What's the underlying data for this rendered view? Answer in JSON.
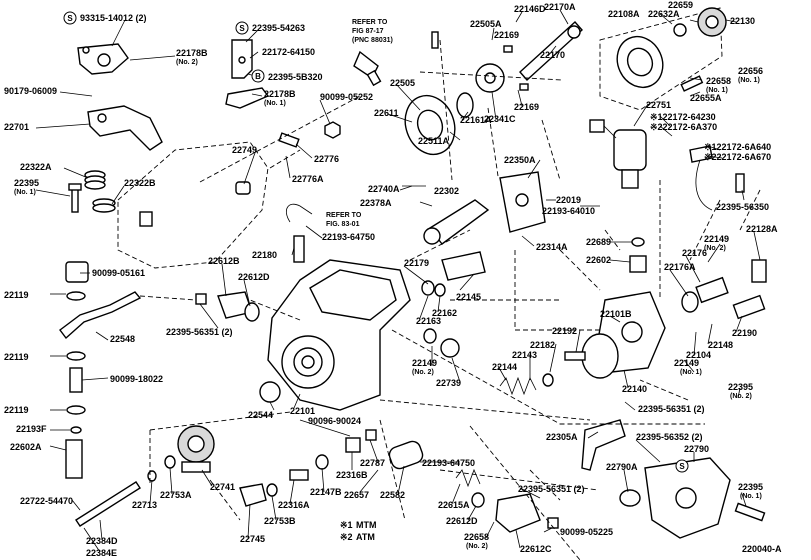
{
  "diagram": {
    "figure_code": "220040-A",
    "legend": [
      {
        "mark": "※1",
        "text": "MTM"
      },
      {
        "mark": "※2",
        "text": "ATM"
      }
    ],
    "reference_notes": [
      {
        "id": "ref1",
        "lines": [
          "REFER TO",
          "FIG 87-17",
          "(PNC 88031)"
        ]
      },
      {
        "id": "ref2",
        "lines": [
          "REFER TO",
          "FIG. 83-01"
        ]
      }
    ],
    "labels": [
      {
        "id": "l1",
        "text": "93315-14012 (2)",
        "tag": "S"
      },
      {
        "id": "l2",
        "text": "22178B",
        "sub": "(No. 2)"
      },
      {
        "id": "l3",
        "text": "90179-06009"
      },
      {
        "id": "l4",
        "text": "22701"
      },
      {
        "id": "l5",
        "text": "22322A"
      },
      {
        "id": "l6",
        "text": "22395",
        "sub": "(No. 1)"
      },
      {
        "id": "l7",
        "text": "22322B"
      },
      {
        "id": "l8",
        "text": "22395-54263",
        "tag": "S"
      },
      {
        "id": "l9",
        "text": "22172-64150"
      },
      {
        "id": "l10",
        "text": "22395-5B320",
        "tag": "B"
      },
      {
        "id": "l11",
        "text": "22178B",
        "sub": "(No. 1)"
      },
      {
        "id": "l12",
        "text": "90099-05252"
      },
      {
        "id": "l13",
        "text": "22505A"
      },
      {
        "id": "l14",
        "text": "22505"
      },
      {
        "id": "l15",
        "text": "22611"
      },
      {
        "id": "l16",
        "text": "22511A"
      },
      {
        "id": "l17",
        "text": "22161A"
      },
      {
        "id": "l18",
        "text": "22169"
      },
      {
        "id": "l19",
        "text": "22146D"
      },
      {
        "id": "l20",
        "text": "22170A"
      },
      {
        "id": "l21",
        "text": "22169"
      },
      {
        "id": "l22",
        "text": "22170"
      },
      {
        "id": "l23",
        "text": "22341C"
      },
      {
        "id": "l24",
        "text": "22108A"
      },
      {
        "id": "l25",
        "text": "22632A"
      },
      {
        "id": "l26",
        "text": "22659"
      },
      {
        "id": "l27",
        "text": "22130"
      },
      {
        "id": "l28",
        "text": "22658",
        "sub": "(No. 1)"
      },
      {
        "id": "l29",
        "text": "22656",
        "sub": "(No. 1)"
      },
      {
        "id": "l30",
        "text": "22655A"
      },
      {
        "id": "l31",
        "text": "22751"
      },
      {
        "id": "l32",
        "text": "※122172-64230"
      },
      {
        "id": "l33",
        "text": "※222172-6A370"
      },
      {
        "id": "l34",
        "text": "※122172-6A640"
      },
      {
        "id": "l35",
        "text": "※222172-6A670"
      },
      {
        "id": "l36",
        "text": "22749"
      },
      {
        "id": "l37",
        "text": "22776"
      },
      {
        "id": "l38",
        "text": "22776A"
      },
      {
        "id": "l39",
        "text": "22350A"
      },
      {
        "id": "l40",
        "text": "22740A"
      },
      {
        "id": "l41",
        "text": "22302"
      },
      {
        "id": "l42",
        "text": "22378A"
      },
      {
        "id": "l43",
        "text": "22019"
      },
      {
        "id": "l44",
        "text": "22193-64010"
      },
      {
        "id": "l45",
        "text": "22395-56350"
      },
      {
        "id": "l46",
        "text": "22193-64750"
      },
      {
        "id": "l47",
        "text": "22180"
      },
      {
        "id": "l48",
        "text": "22314A"
      },
      {
        "id": "l49",
        "text": "22689"
      },
      {
        "id": "l50",
        "text": "22602"
      },
      {
        "id": "l51",
        "text": "22149",
        "sub": "(No. 2)"
      },
      {
        "id": "l52",
        "text": "22128A"
      },
      {
        "id": "l53",
        "text": "22176"
      },
      {
        "id": "l54",
        "text": "22176A"
      },
      {
        "id": "l55",
        "text": "90099-05161"
      },
      {
        "id": "l56",
        "text": "22612B"
      },
      {
        "id": "l57",
        "text": "22612D"
      },
      {
        "id": "l58",
        "text": "22179"
      },
      {
        "id": "l59",
        "text": "22145"
      },
      {
        "id": "l60",
        "text": "22119"
      },
      {
        "id": "l61",
        "text": "22395-56351 (2)"
      },
      {
        "id": "l62",
        "text": "22162"
      },
      {
        "id": "l63",
        "text": "22163"
      },
      {
        "id": "l64",
        "text": "22101B"
      },
      {
        "id": "l65",
        "text": "22192"
      },
      {
        "id": "l66",
        "text": "22182"
      },
      {
        "id": "l67",
        "text": "22143"
      },
      {
        "id": "l68",
        "text": "22190"
      },
      {
        "id": "l69",
        "text": "22148"
      },
      {
        "id": "l70",
        "text": "22104"
      },
      {
        "id": "l71",
        "text": "22548"
      },
      {
        "id": "l72",
        "text": "22149",
        "sub": "(No. 2)"
      },
      {
        "id": "l73",
        "text": "22739"
      },
      {
        "id": "l74",
        "text": "22149",
        "sub": "(No. 1)"
      },
      {
        "id": "l75",
        "text": "22119"
      },
      {
        "id": "l76",
        "text": "90099-18022"
      },
      {
        "id": "l77",
        "text": "22144"
      },
      {
        "id": "l78",
        "text": "22140"
      },
      {
        "id": "l79",
        "text": "22395",
        "sub": "(No. 2)"
      },
      {
        "id": "l80",
        "text": "22544"
      },
      {
        "id": "l81",
        "text": "22101"
      },
      {
        "id": "l82",
        "text": "22119"
      },
      {
        "id": "l83",
        "text": "22395-56351 (2)"
      },
      {
        "id": "l84",
        "text": "90096-90024"
      },
      {
        "id": "l85",
        "text": "22193F"
      },
      {
        "id": "l86",
        "text": "22602A"
      },
      {
        "id": "l87",
        "text": "22305A"
      },
      {
        "id": "l88",
        "text": "22395-56352 (2)"
      },
      {
        "id": "l89",
        "text": "22787"
      },
      {
        "id": "l90",
        "text": "22316B"
      },
      {
        "id": "l91",
        "text": "22790"
      },
      {
        "id": "l92",
        "text": "22193-64750"
      },
      {
        "id": "l93",
        "text": "22741"
      },
      {
        "id": "l94",
        "text": "22753A"
      },
      {
        "id": "l95",
        "text": "22713"
      },
      {
        "id": "l96",
        "text": "22147B"
      },
      {
        "id": "l97",
        "text": "22790A"
      },
      {
        "id": "l98",
        "text": "22395",
        "sub": "(No. 1)"
      },
      {
        "id": "l99",
        "text": "22722-54470"
      },
      {
        "id": "l100",
        "text": "22657"
      },
      {
        "id": "l101",
        "text": "22582"
      },
      {
        "id": "l102",
        "text": "22615A"
      },
      {
        "id": "l103",
        "text": "22395-56351 (2)"
      },
      {
        "id": "l104",
        "text": "22316A"
      },
      {
        "id": "l105",
        "text": "22753B"
      },
      {
        "id": "l106",
        "text": "22612D"
      },
      {
        "id": "l107",
        "text": "22384D"
      },
      {
        "id": "l108",
        "text": "22745"
      },
      {
        "id": "l109",
        "text": "22658",
        "sub": "(No. 2)"
      },
      {
        "id": "l110",
        "text": "90099-05225"
      },
      {
        "id": "l111",
        "text": "22384E"
      },
      {
        "id": "l112",
        "text": "22612C"
      }
    ]
  }
}
